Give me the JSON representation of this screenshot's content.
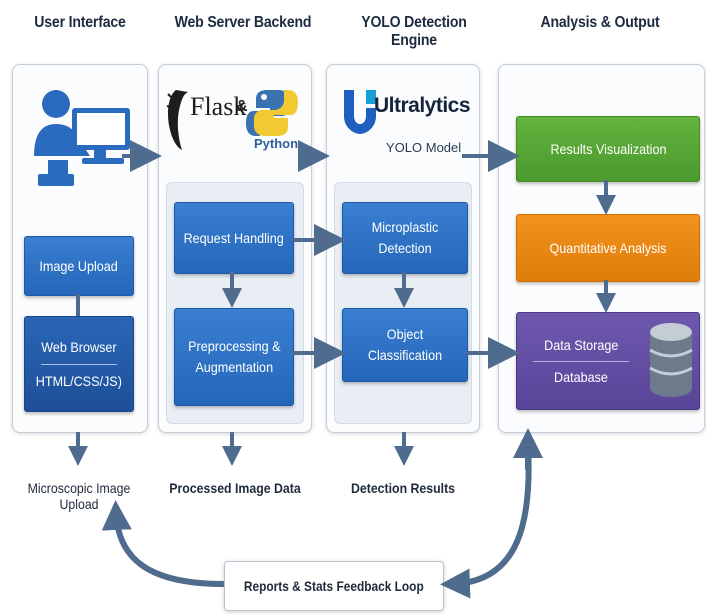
{
  "columns": {
    "ui": "User Interface",
    "backend": "Web Server Backend",
    "yolo": "YOLO Detection Engine",
    "output": "Analysis & Output"
  },
  "ui_panel": {
    "upload": "Image Upload",
    "browser_title": "Web Browser",
    "browser_tech": "HTML/CSS/JS)",
    "bottom": "Microscopic Image Upload"
  },
  "backend_panel": {
    "flask": "Flask",
    "amp": "&",
    "python": "Python",
    "request": "Request Handling",
    "preprocess_1": "Preprocessing &",
    "preprocess_2": "Augmentation",
    "bottom": "Processed Image Data"
  },
  "yolo_panel": {
    "brand": "Ultralytics",
    "model": "YOLO Model",
    "detection": "Microplastic Detection",
    "classification": "Object Classification",
    "bottom": "Detection Results"
  },
  "output_panel": {
    "visualization": "Results Visualization",
    "quantitative": "Quantitative Analysis",
    "storage_1": "Data Storage",
    "storage_2": "Database"
  },
  "feedback": "Reports & Stats  Feedback Loop",
  "colors": {
    "blue": "#2f73c8",
    "dark_blue": "#1e4f98",
    "green": "#56a533",
    "orange": "#e8860f",
    "purple": "#5f4ca2",
    "arrow": "#4f6b8d"
  },
  "icons": [
    "user-computer-icon",
    "flask-logo",
    "python-logo",
    "ultralytics-logo",
    "database-icon"
  ]
}
